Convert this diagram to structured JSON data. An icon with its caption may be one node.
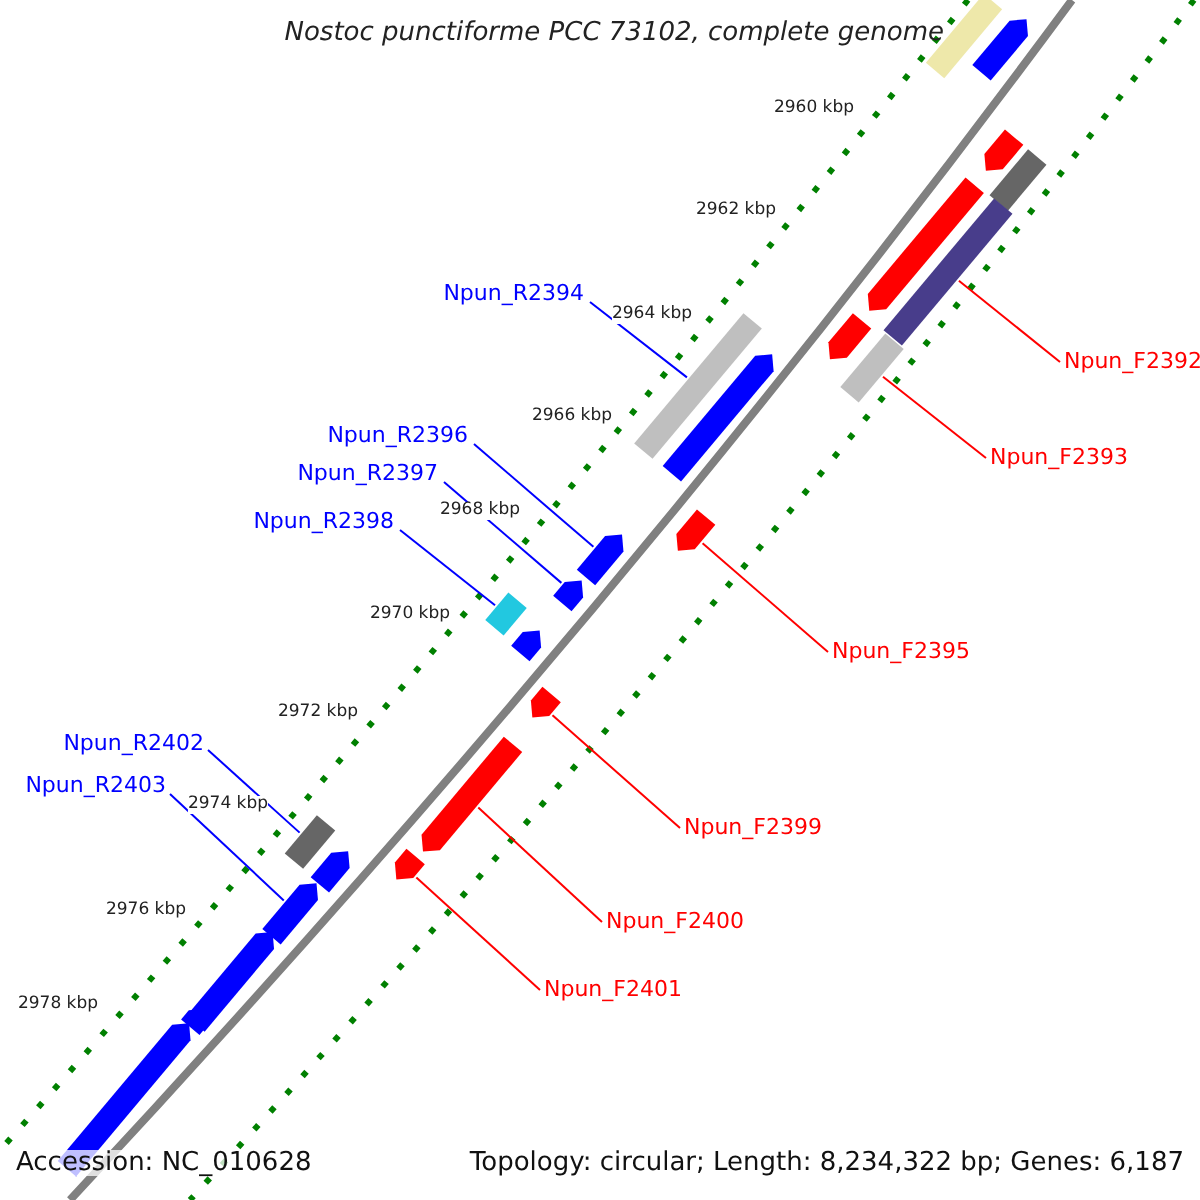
{
  "diagram": {
    "title": "Nostoc punctiforme PCC 73102, complete genome",
    "nodes": [
      {
        "text": [
          "Npun_R2394"
        ]
      },
      {
        "text": [
          "Npun_F2392"
        ]
      },
      {
        "text": [
          "Npun_R2396"
        ]
      },
      {
        "text": [
          "Npun_F2393"
        ]
      },
      {
        "text": [
          "Npun_R2397"
        ]
      },
      {
        "text": [
          "Npun_R2398"
        ]
      },
      {
        "text": [
          "Npun_F2395"
        ]
      },
      {
        "text": [
          "Npun_R2402"
        ]
      },
      {
        "text": [
          "Npun_R2403"
        ]
      },
      {
        "text": [
          "Npun_F2399"
        ]
      },
      {
        "text": [
          "Npun_F2400"
        ]
      },
      {
        "text": [
          "Npun_F2401"
        ]
      },
      {
        "text": [],
        "shape": "bar"
      },
      {
        "text": [],
        "shape": "arrow"
      },
      {
        "text": [],
        "shape": "arrow"
      },
      {
        "text": [],
        "shape": "bar"
      },
      {
        "text": [],
        "shape": "arrow"
      },
      {
        "text": [],
        "shape": "bar"
      },
      {
        "text": [],
        "shape": "arrow"
      },
      {
        "text": [],
        "shape": "bar"
      },
      {
        "text": [],
        "shape": "bar"
      },
      {
        "text": [],
        "shape": "arrow"
      },
      {
        "text": [],
        "shape": "arrow"
      },
      {
        "text": [],
        "shape": "arrow"
      },
      {
        "text": [],
        "shape": "arrow"
      },
      {
        "text": [],
        "shape": "bar"
      },
      {
        "text": [],
        "shape": "arrow"
      },
      {
        "text": [],
        "shape": "arrow"
      },
      {
        "text": [],
        "shape": "arrow"
      },
      {
        "text": [],
        "shape": "bar"
      },
      {
        "text": [],
        "shape": "arrow"
      },
      {
        "text": [],
        "shape": "arrow"
      },
      {
        "text": [],
        "shape": "arrow"
      },
      {
        "text": [],
        "shape": "arrow"
      },
      {
        "text": [],
        "shape": "arrow"
      },
      {
        "text": [],
        "shape": "arrow"
      }
    ],
    "edges": [
      {
        "from": 0,
        "to": 20,
        "arrow": "none",
        "color": "#0000ff"
      },
      {
        "from": 1,
        "to": 17,
        "arrow": "none",
        "color": "#ff0000"
      },
      {
        "from": 2,
        "to": 23,
        "arrow": "none",
        "color": "#0000ff"
      },
      {
        "from": 3,
        "to": 19,
        "arrow": "none",
        "color": "#ff0000"
      },
      {
        "from": 4,
        "to": 24,
        "arrow": "none",
        "color": "#0000ff"
      },
      {
        "from": 5,
        "to": 25,
        "arrow": "none",
        "color": "#0000ff"
      },
      {
        "from": 6,
        "to": 22,
        "arrow": "none",
        "color": "#ff0000"
      },
      {
        "from": 7,
        "to": 29,
        "arrow": "none",
        "color": "#0000ff"
      },
      {
        "from": 8,
        "to": 32,
        "arrow": "none",
        "color": "#0000ff"
      },
      {
        "from": 9,
        "to": 27,
        "arrow": "none",
        "color": "#ff0000"
      },
      {
        "from": 10,
        "to": 28,
        "arrow": "none",
        "color": "#ff0000"
      },
      {
        "from": 11,
        "to": 31,
        "arrow": "none",
        "color": "#ff0000"
      }
    ],
    "labels": [
      "2960 kbp",
      "2962 kbp",
      "2964 kbp",
      "2966 kbp",
      "2968 kbp",
      "2970 kbp",
      "2972 kbp",
      "2974 kbp",
      "2976 kbp",
      "2978 kbp",
      "Accession: NC_010628",
      "Topology: circular; Length: 8,234,322 bp; Genes: 6,187"
    ]
  }
}
